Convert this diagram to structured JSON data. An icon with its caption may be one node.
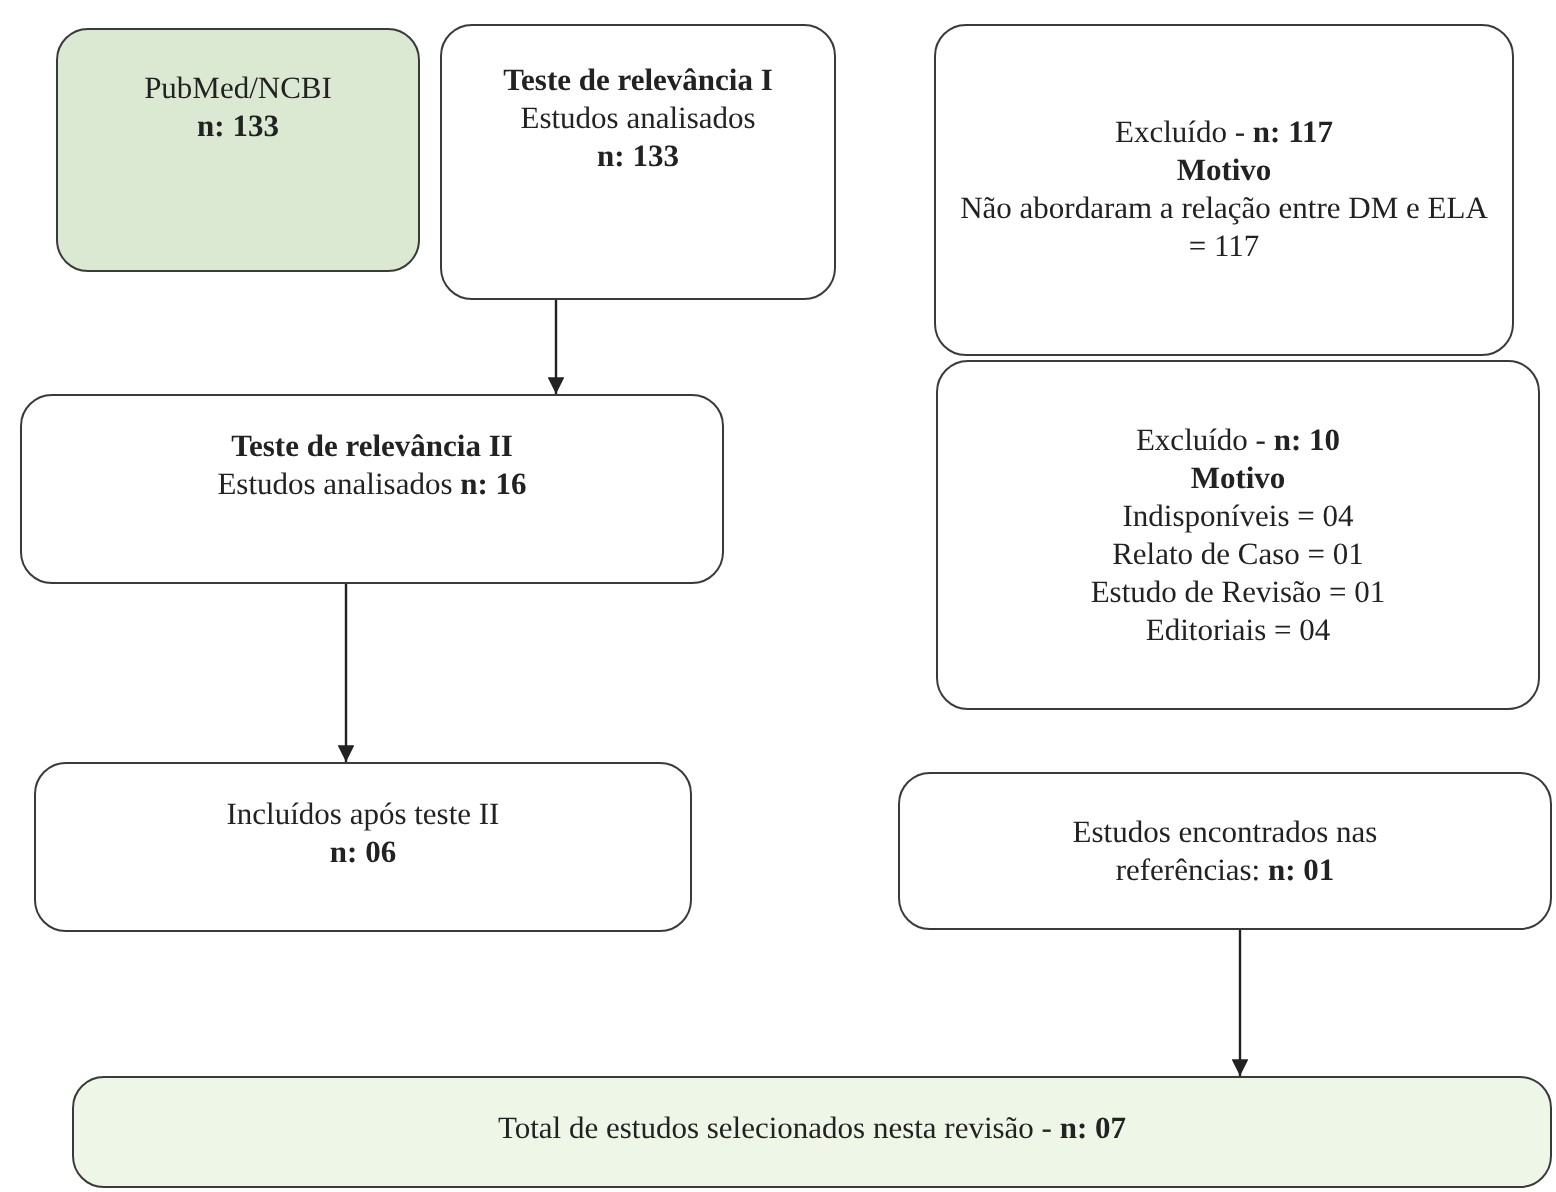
{
  "diagram": {
    "nodes": [
      {
        "text": [
          "PubMed/NCBI",
          "n: 133"
        ]
      },
      {
        "text": [
          "Teste de relevância I",
          "Estudos analisados",
          "n: 133"
        ]
      },
      {
        "text": [
          "Excluído - **n: 117**",
          "Motivo",
          "Não abordaram a relação entre DM e ELA = 117"
        ]
      },
      {
        "text": [
          "Teste de relevância II",
          "Estudos analisados **n: 16**"
        ]
      },
      {
        "text": [
          "Excluído - **n: 10**",
          "Motivo",
          "Indisponíveis = 04",
          "Relato de Caso = 01",
          "Estudo de Revisão = 01",
          "Editoriais = 04"
        ]
      },
      {
        "text": [
          "Incluídos após teste II",
          "n: 06"
        ]
      },
      {
        "text": [
          "Estudos encontrados nas referências: **n: 01**"
        ]
      },
      {
        "text": [
          "Total de estudos selecionados nesta revisão - **n: 07**"
        ]
      }
    ],
    "edges": [
      {
        "from": 1,
        "to": 3,
        "arrow": "to"
      },
      {
        "from": 3,
        "to": 5,
        "arrow": "to"
      },
      {
        "from": 6,
        "to": 7,
        "arrow": "to"
      }
    ]
  }
}
